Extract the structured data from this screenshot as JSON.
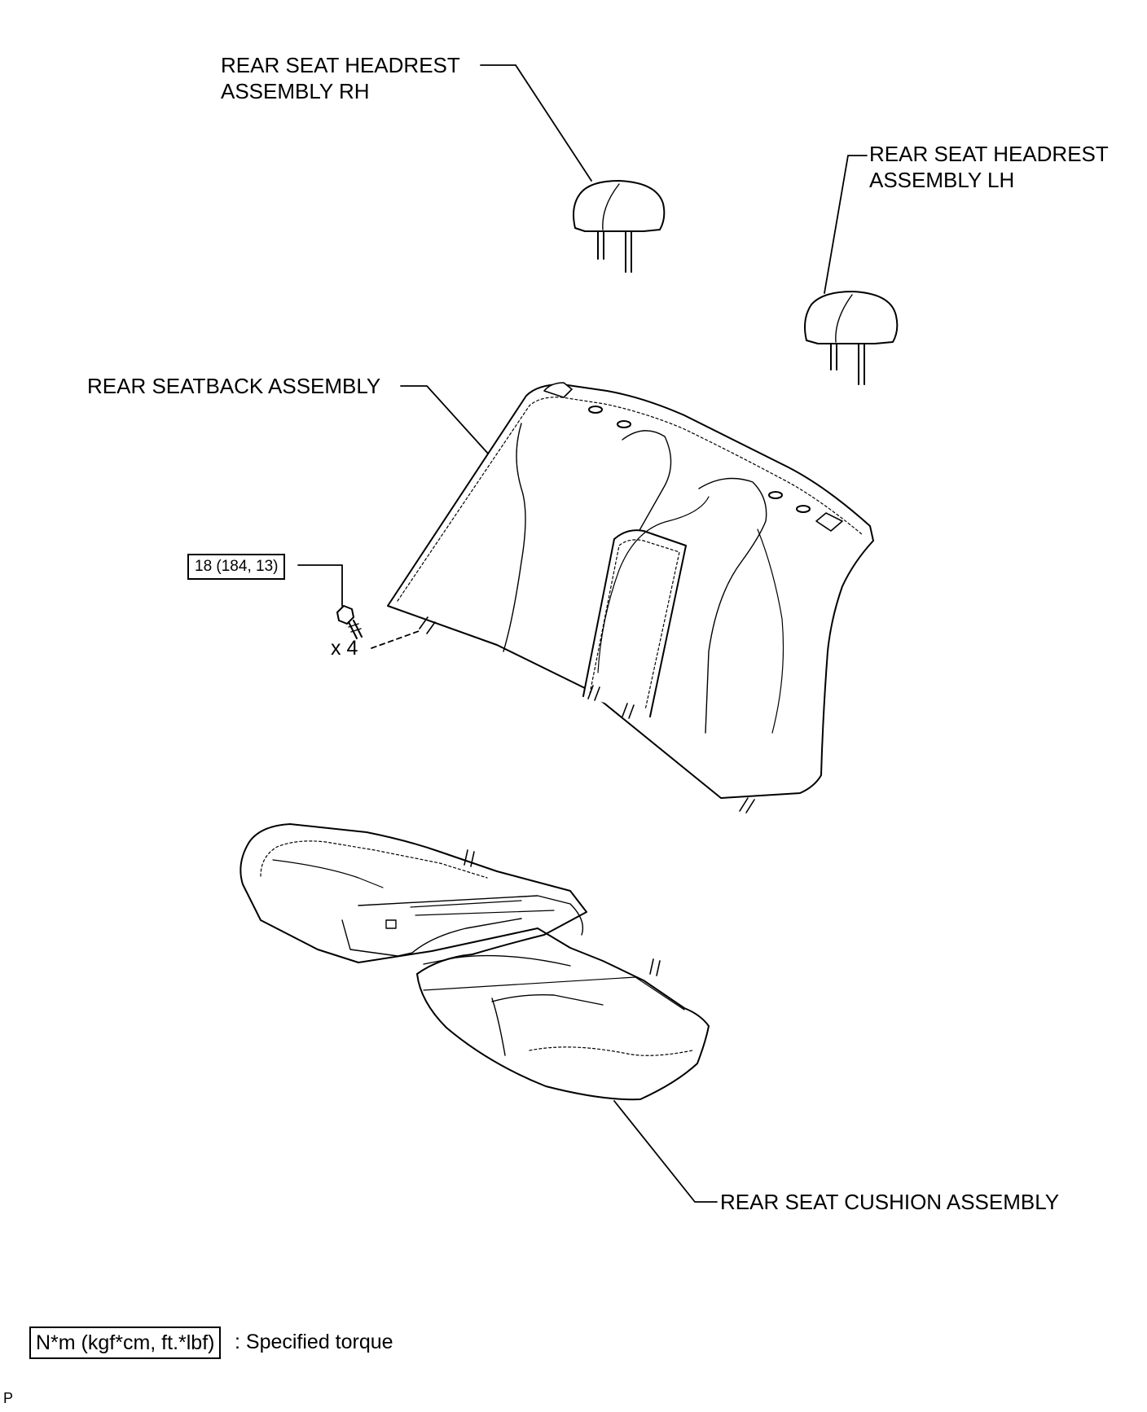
{
  "labels": {
    "headrest_rh_line1": "REAR SEAT HEADREST",
    "headrest_rh_line2": "ASSEMBLY RH",
    "headrest_lh_line1": "REAR SEAT HEADREST",
    "headrest_lh_line2": "ASSEMBLY LH",
    "seatback": "REAR SEATBACK ASSEMBLY",
    "cushion": "REAR SEAT CUSHION ASSEMBLY"
  },
  "torque": {
    "value": "18 (184, 13)",
    "quantity": "x 4"
  },
  "legend": {
    "units": "N*m (kgf*cm, ft.*lbf)",
    "description": ": Specified torque"
  },
  "corner_mark": "P",
  "colors": {
    "line": "#000000",
    "background": "#ffffff"
  }
}
